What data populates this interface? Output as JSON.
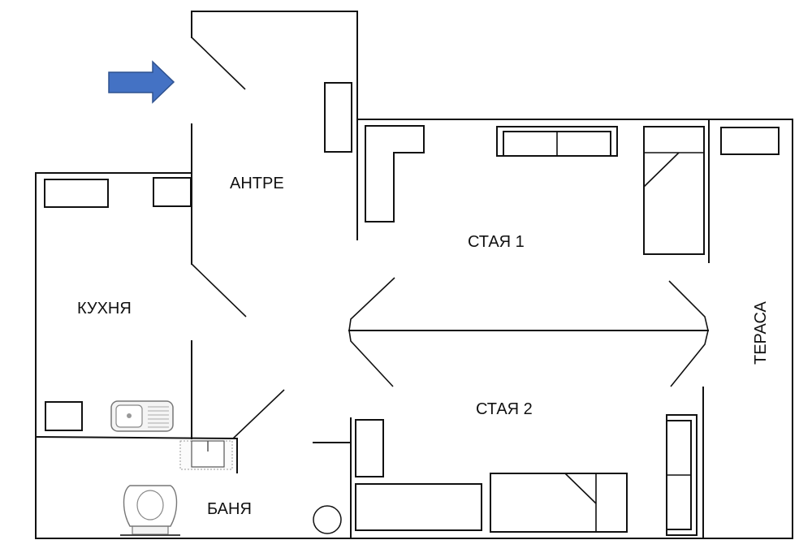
{
  "rooms": {
    "antre": "АНТРЕ",
    "staya1": "СТАЯ 1",
    "kuhnya": "КУХНЯ",
    "staya2": "СТАЯ 2",
    "terasa": "ТЕРАСА",
    "banya": "БАНЯ"
  },
  "colors": {
    "entrance_arrow": "#4472C4",
    "entrance_arrow_stroke": "#2F528F",
    "wall": "#111111"
  },
  "icons": {
    "entrance": "arrow-right-icon",
    "sink": "kitchen-sink-icon",
    "washbasin": "washbasin-icon",
    "toilet": "toilet-icon",
    "shower": "shower-drain-icon"
  }
}
